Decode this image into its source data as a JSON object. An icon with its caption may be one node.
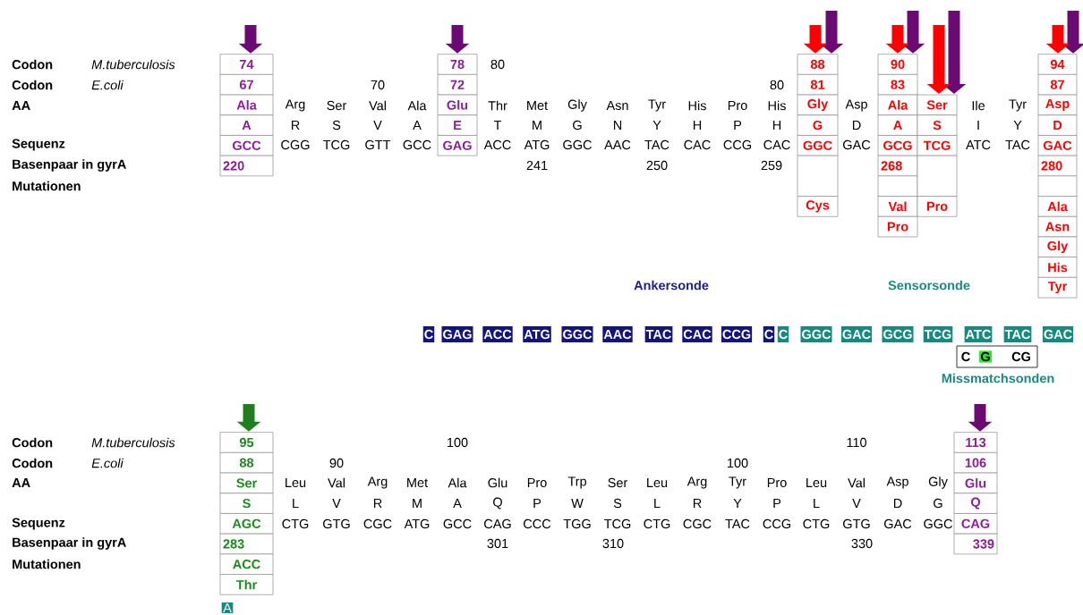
{
  "diagram": {
    "nodes": [
      {
        "text": [
          "74"
        ]
      },
      {
        "text": [
          "67"
        ]
      },
      {
        "text": [
          "Ala"
        ]
      },
      {
        "text": [
          "A"
        ]
      },
      {
        "text": [
          "GCC"
        ]
      },
      {
        "text": [
          "220"
        ]
      },
      {
        "text": [
          "78"
        ]
      },
      {
        "text": [
          "72"
        ]
      },
      {
        "text": [
          "Glu"
        ]
      },
      {
        "text": [
          "E"
        ]
      },
      {
        "text": [
          "GAG"
        ]
      },
      {
        "text": [
          "88"
        ]
      },
      {
        "text": [
          "81"
        ]
      },
      {
        "text": [
          "Gly"
        ]
      },
      {
        "text": [
          "G"
        ]
      },
      {
        "text": [
          "GGC"
        ]
      },
      {
        "text": [],
        "shape": "box"
      },
      {
        "text": [
          "Cys"
        ]
      },
      {
        "text": [
          "90"
        ]
      },
      {
        "text": [
          "83"
        ]
      },
      {
        "text": [
          "Ala"
        ]
      },
      {
        "text": [
          "A"
        ]
      },
      {
        "text": [
          "GCG"
        ]
      },
      {
        "text": [
          "268"
        ]
      },
      {
        "text": [],
        "shape": "box"
      },
      {
        "text": [
          "Val"
        ]
      },
      {
        "text": [
          "Pro"
        ]
      },
      {
        "text": [
          "Ser"
        ]
      },
      {
        "text": [
          "S"
        ]
      },
      {
        "text": [
          "TCG"
        ]
      },
      {
        "text": [],
        "shape": "box"
      },
      {
        "text": [
          "Pro"
        ]
      },
      {
        "text": [
          "94"
        ]
      },
      {
        "text": [
          "87"
        ]
      },
      {
        "text": [
          "Asp"
        ]
      },
      {
        "text": [
          "D"
        ]
      },
      {
        "text": [
          "GAC"
        ]
      },
      {
        "text": [
          "280"
        ]
      },
      {
        "text": [],
        "shape": "box"
      },
      {
        "text": [
          "Ala"
        ]
      },
      {
        "text": [
          "Asn"
        ]
      },
      {
        "text": [
          "Gly"
        ]
      },
      {
        "text": [
          "His"
        ]
      },
      {
        "text": [
          "Tyr"
        ]
      },
      {
        "text": [
          "C"
        ]
      },
      {
        "text": [
          "GAG"
        ]
      },
      {
        "text": [
          "ACC"
        ]
      },
      {
        "text": [
          "ATG"
        ]
      },
      {
        "text": [
          "GGC"
        ]
      },
      {
        "text": [
          "AAC"
        ]
      },
      {
        "text": [
          "TAC"
        ]
      },
      {
        "text": [
          "CAC"
        ]
      },
      {
        "text": [
          "CCG"
        ]
      },
      {
        "text": [
          "C"
        ]
      },
      {
        "text": [
          "C"
        ]
      },
      {
        "text": [
          "GGC"
        ]
      },
      {
        "text": [
          "GAC"
        ]
      },
      {
        "text": [
          "GCG"
        ]
      },
      {
        "text": [
          "TCG"
        ]
      },
      {
        "text": [
          "ATC"
        ]
      },
      {
        "text": [
          "TAC"
        ]
      },
      {
        "text": [
          "GAC"
        ]
      },
      {
        "text": [
          "C",
          "CG"
        ]
      },
      {
        "text": [
          "G"
        ],
        "in": 62
      },
      {
        "text": [
          "95"
        ]
      },
      {
        "text": [
          "88"
        ]
      },
      {
        "text": [
          "Ser"
        ]
      },
      {
        "text": [
          "S"
        ]
      },
      {
        "text": [
          "AGC"
        ]
      },
      {
        "text": [
          "283"
        ]
      },
      {
        "text": [
          "ACC"
        ]
      },
      {
        "text": [
          "Thr"
        ]
      },
      {
        "text": [
          "113"
        ]
      },
      {
        "text": [
          "106"
        ]
      },
      {
        "text": [
          "Glu"
        ]
      },
      {
        "text": [
          "Q"
        ]
      },
      {
        "text": [
          "CAG"
        ]
      },
      {
        "text": [
          "339"
        ]
      },
      {
        "text": [
          "A"
        ]
      }
    ],
    "edges": [
      {
        "from": null,
        "to": 0,
        "arrow": "to"
      },
      {
        "from": null,
        "to": 6,
        "arrow": "to"
      },
      {
        "from": null,
        "to": 11,
        "arrow": "to"
      },
      {
        "from": null,
        "to": 11,
        "arrow": "to",
        "color": "#ff0000"
      },
      {
        "from": null,
        "to": 18,
        "arrow": "to"
      },
      {
        "from": null,
        "to": 18,
        "arrow": "to",
        "color": "#ff0000"
      },
      {
        "from": null,
        "to": 27,
        "arrow": "to"
      },
      {
        "from": null,
        "to": 27,
        "arrow": "to",
        "color": "#ff0000"
      },
      {
        "from": null,
        "to": 32,
        "arrow": "to"
      },
      {
        "from": null,
        "to": 32,
        "arrow": "to",
        "color": "#ff0000"
      },
      {
        "from": null,
        "to": 64,
        "arrow": "to",
        "color": "#1f7f1f"
      },
      {
        "from": null,
        "to": 72,
        "arrow": "to"
      }
    ],
    "labels": [
      "Codon",
      "M.tuberculosis",
      "80",
      "Codon",
      "E.coli",
      "70",
      "80",
      "AA",
      "Arg",
      "Ser",
      "Val",
      "Ala",
      "Thr",
      "Met",
      "Gly",
      "Asn",
      "Tyr",
      "His",
      "Pro",
      "His",
      "Asp",
      "Ile",
      "Tyr",
      "R",
      "S",
      "V",
      "A",
      "T",
      "M",
      "G",
      "N",
      "Y",
      "H",
      "P",
      "H",
      "D",
      "I",
      "Y",
      "Sequenz",
      "CGG",
      "TCG",
      "GTT",
      "GCC",
      "ACC",
      "ATG",
      "GGC",
      "AAC",
      "TAC",
      "CAC",
      "CCG",
      "CAC",
      "GAC",
      "ATC",
      "TAC",
      "Basenpaar in gyrA",
      "241",
      "250",
      "259",
      "Mutationen",
      "Ankersonde",
      "Sensorsonde",
      "Missmatchsonden",
      "Codon",
      "M.tuberculosis",
      "100",
      "110",
      "Codon",
      "E.coli",
      "90",
      "100",
      "AA",
      "Leu",
      "Val",
      "Arg",
      "Met",
      "Ala",
      "Glu",
      "Pro",
      "Trp",
      "Ser",
      "Leu",
      "Arg",
      "Tyr",
      "Pro",
      "Leu",
      "Val",
      "Asp",
      "Gly",
      "L",
      "V",
      "R",
      "M",
      "A",
      "Q",
      "P",
      "W",
      "S",
      "L",
      "R",
      "Y",
      "P",
      "L",
      "V",
      "D",
      "G",
      "Sequenz",
      "CTG",
      "GTG",
      "CGC",
      "ATG",
      "GCC",
      "CAG",
      "CCC",
      "TGG",
      "TCG",
      "CTG",
      "CGC",
      "TAC",
      "CCG",
      "CTG",
      "GTG",
      "GAC",
      "GGC",
      "Basenpaar in gyrA",
      "301",
      "310",
      "330",
      "Mutationen"
    ]
  }
}
